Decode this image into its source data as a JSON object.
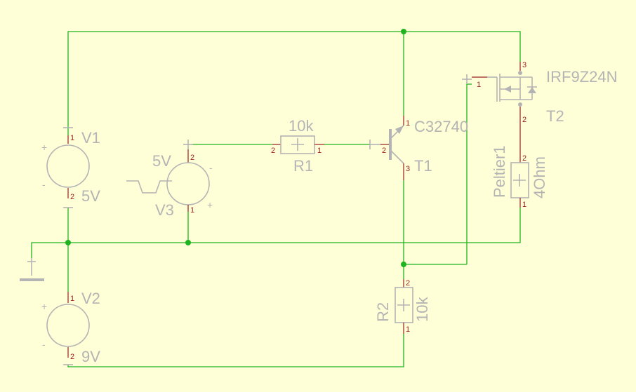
{
  "components": {
    "v1": {
      "name": "V1",
      "value": "5V"
    },
    "v2": {
      "name": "V2",
      "value": "9V"
    },
    "v3": {
      "name": "V3",
      "value": "5V"
    },
    "r1": {
      "name": "R1",
      "value": "10k"
    },
    "r2": {
      "name": "R2",
      "value": "10k"
    },
    "t1": {
      "name": "T1",
      "part": "C32740"
    },
    "t2": {
      "name": "T2",
      "part": "IRF9Z24N"
    },
    "peltier": {
      "name": "Peltier1",
      "value": "4Ohm"
    }
  },
  "pins": {
    "one": "1",
    "two": "2",
    "three": "3"
  },
  "signs": {
    "plus": "+",
    "minus": "-"
  },
  "colors": {
    "background": "#ffffd7",
    "wire": "#1fb41f",
    "component": "#b4b4b4",
    "pin": "#9a1e1e"
  }
}
